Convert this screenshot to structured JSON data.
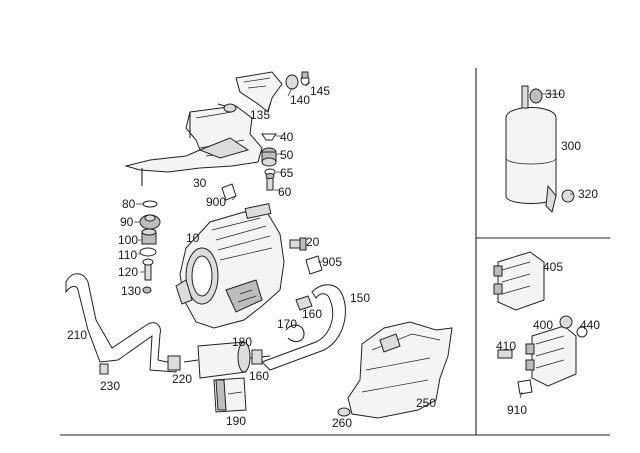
{
  "labels": {
    "p10": "10",
    "p20": "20",
    "p30": "30",
    "p40": "40",
    "p50": "50",
    "p60": "60",
    "p65": "65",
    "p80": "80",
    "p90": "90",
    "p100": "100",
    "p110": "110",
    "p120": "120",
    "p130": "130",
    "p135": "135",
    "p140": "140",
    "p145": "145",
    "p150": "150",
    "p160a": "160",
    "p160b": "160",
    "p170": "170",
    "p180": "180",
    "p190": "190",
    "p210": "210",
    "p220": "220",
    "p230": "230",
    "p250": "250",
    "p260": "260",
    "p300": "300",
    "p310": "310",
    "p320": "320",
    "p400": "400",
    "p405": "405",
    "p410": "410",
    "p440": "440",
    "p900": "900",
    "p905": "905",
    "p910": "910"
  },
  "colors": {
    "line": "#222222",
    "fill_light": "#f4f4f4",
    "fill_mid": "#dcdcdc",
    "fill_dark": "#bdbdbd"
  }
}
